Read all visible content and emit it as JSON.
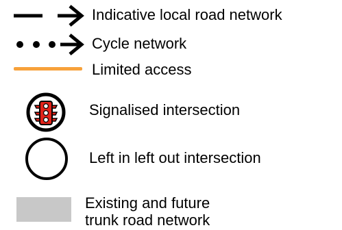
{
  "legend": {
    "items": [
      {
        "key": "local-road",
        "label": "Indicative local road network",
        "icon": "solid-arrow-icon",
        "color": "#000000"
      },
      {
        "key": "cycle",
        "label": "Cycle network",
        "icon": "dotted-arrow-icon",
        "color": "#000000"
      },
      {
        "key": "limited-access",
        "label": "Limited access",
        "icon": "orange-line-icon",
        "color": "#F7A13A"
      },
      {
        "key": "signalised",
        "label": "Signalised intersection",
        "icon": "traffic-light-icon",
        "color": "#E2231A"
      },
      {
        "key": "lilo",
        "label": "Left in left out intersection",
        "icon": "circle-icon",
        "color": "#000000"
      },
      {
        "key": "trunk",
        "label_lines": [
          "Existing and future",
          "trunk road network"
        ],
        "icon": "grey-rect-icon",
        "color": "#C8C8C8"
      }
    ]
  }
}
